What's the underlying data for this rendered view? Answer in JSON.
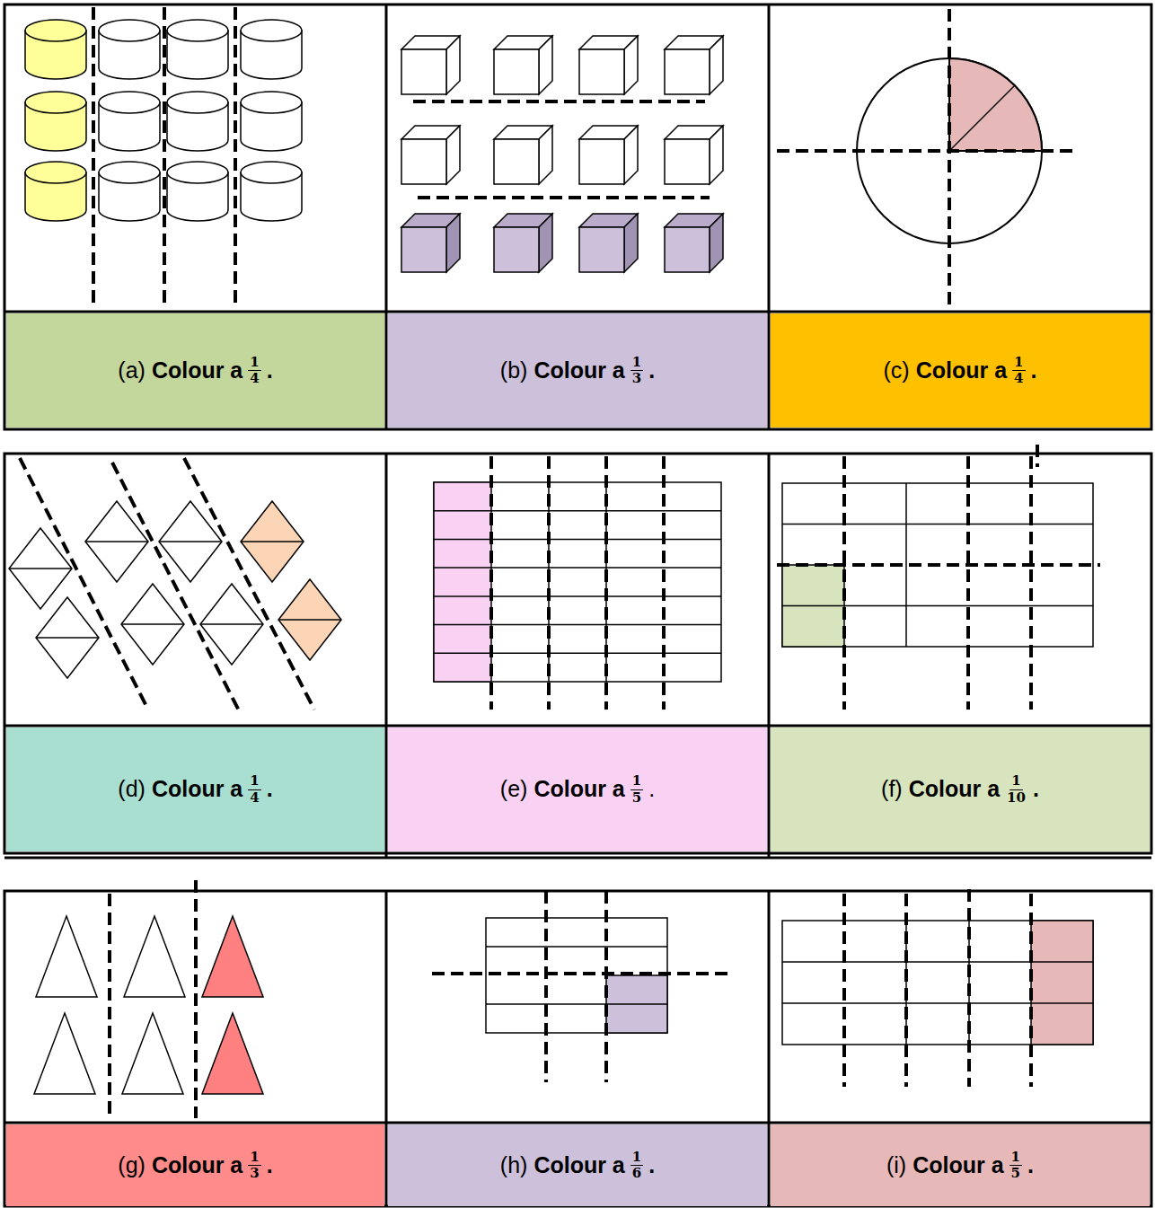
{
  "diagram": {
    "nodes": [
      {
        "text": [
          "(a)",
          "Colour a",
          "1",
          "4",
          "."
        ]
      },
      {
        "text": [
          "(b)",
          "Colour a",
          "1",
          "3",
          "."
        ]
      },
      {
        "text": [
          "(c)",
          "Colour a",
          "1",
          "4",
          "."
        ]
      },
      {
        "text": [
          "(d)",
          "Colour a",
          "1",
          "4",
          "."
        ]
      },
      {
        "text": [
          "(e)",
          "Colour a",
          "1",
          "5",
          "."
        ]
      },
      {
        "text": [
          "(f)",
          "Colour a",
          "1",
          "10",
          "."
        ]
      },
      {
        "text": [
          "(g)",
          "Colour a",
          "1",
          "3",
          "."
        ]
      },
      {
        "text": [
          "(h)",
          "Colour a",
          "1",
          "6",
          "."
        ]
      },
      {
        "text": [
          "(i)",
          "Colour a",
          "1",
          "5",
          "."
        ]
      }
    ]
  }
}
